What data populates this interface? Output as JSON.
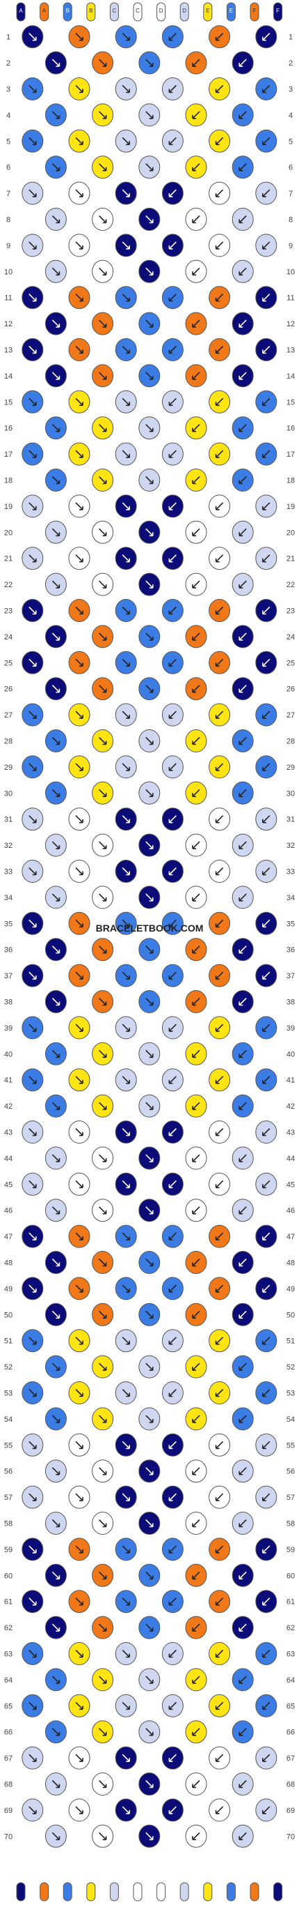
{
  "watermark": "BRACELETBOOK.COM",
  "strand_letters": [
    "A",
    "A",
    "B",
    "B",
    "C",
    "C",
    "D",
    "D",
    "E",
    "E",
    "F",
    "F"
  ],
  "row_numbers": [
    "1",
    "2",
    "3",
    "4",
    "5",
    "6",
    "7",
    "8",
    "9",
    "10",
    "11",
    "12",
    "13",
    "14",
    "15",
    "16",
    "17",
    "18",
    "19",
    "20",
    "21",
    "22",
    "23",
    "24",
    "25",
    "26",
    "27",
    "28",
    "29",
    "30",
    "31",
    "32",
    "33",
    "34",
    "35",
    "36",
    "37",
    "38",
    "39",
    "40",
    "41",
    "42",
    "43",
    "44",
    "45",
    "46",
    "47",
    "48",
    "49",
    "50",
    "51",
    "52",
    "53",
    "54",
    "55",
    "56",
    "57",
    "58",
    "59",
    "60",
    "61",
    "62",
    "63",
    "64",
    "65",
    "66",
    "67",
    "68",
    "69",
    "70"
  ],
  "colors": {
    "navy": "#0b0c78",
    "orange": "#f07818",
    "royal": "#3b7de4",
    "yellow": "#ffe414",
    "lavender": "#cfd6f0",
    "white": "#ffffff",
    "outline": "#555555",
    "arrow": "#222222"
  },
  "strand_colors": [
    "navy",
    "orange",
    "royal",
    "yellow",
    "lavender",
    "white",
    "white",
    "lavender",
    "yellow",
    "royal",
    "orange",
    "navy"
  ]
}
